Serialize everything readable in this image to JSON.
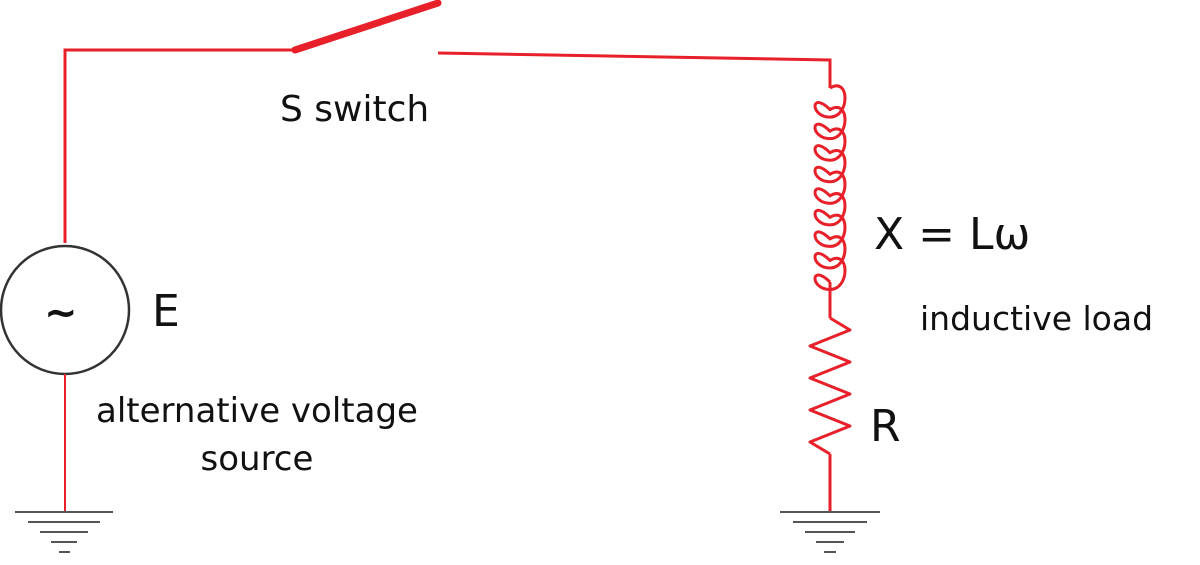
{
  "diagram": {
    "wire_color": "#e8202a",
    "line_color": "#555555",
    "switch": {
      "label": "S switch"
    },
    "source": {
      "symbol": "~",
      "label": "E",
      "description_line1": "alternative voltage",
      "description_line2": "source"
    },
    "inductor": {
      "label": "X = Lω"
    },
    "load": {
      "description": "inductive load"
    },
    "resistor": {
      "label": "R"
    }
  }
}
